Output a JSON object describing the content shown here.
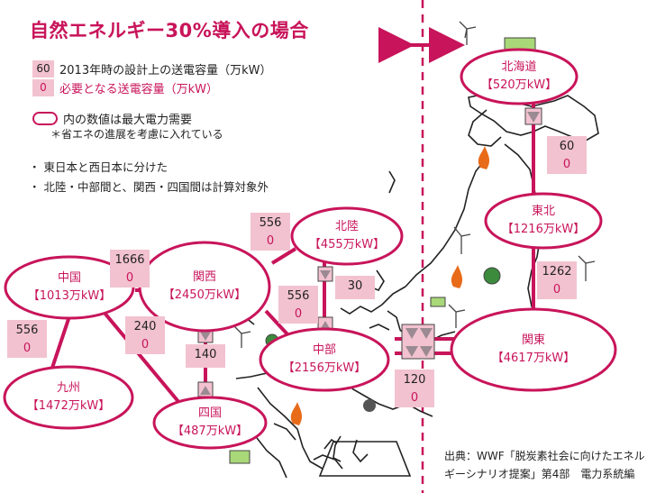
{
  "title": "自然エネルギー30%導入の場合",
  "legend": {
    "box_top_value": "60",
    "box_top_text": "2013年時の設計上の送電容量（万kW）",
    "box_bottom_value": "0",
    "box_bottom_text": "必要となる送電容量（万kW）",
    "oval_text": "内の数値は最大電力需要",
    "note": "＊省エネの進展を考慮に入れている"
  },
  "bullets": [
    "・ 東日本と西日本に分けた",
    "・ 北陸・中部間と、関西・四国間は計算対象外"
  ],
  "regions": {
    "hokkaido": {
      "name": "北海道",
      "demand": "【520万kW】"
    },
    "tohoku": {
      "name": "東北",
      "demand": "【1216万kW】"
    },
    "kanto": {
      "name": "関東",
      "demand": "【4617万kW】"
    },
    "chubu": {
      "name": "中部",
      "demand": "【2156万kW】"
    },
    "hokuriku": {
      "name": "北陸",
      "demand": "【455万kW】"
    },
    "kansai": {
      "name": "関西",
      "demand": "【2450万kW】"
    },
    "chugoku": {
      "name": "中国",
      "demand": "【1013万kW】"
    },
    "shikoku": {
      "name": "四国",
      "demand": "【487万kW】"
    },
    "kyushu": {
      "name": "九州",
      "demand": "【1472万kW】"
    }
  },
  "links": {
    "hokkaido_tohoku": {
      "current": "60",
      "required": "0"
    },
    "tohoku_kanto": {
      "current": "1262",
      "required": "0"
    },
    "kanto_chubu": {
      "current": "120",
      "required": "0"
    },
    "hokuriku_kansai": {
      "current": "556",
      "required": "0"
    },
    "hokuriku_chubu": {
      "current": "30"
    },
    "kansai_chubu": {
      "current": "556",
      "required": "0"
    },
    "chugoku_kansai": {
      "current": "1666",
      "required": "0"
    },
    "chugoku_kyushu": {
      "current": "556",
      "required": "0"
    },
    "chugoku_shikoku": {
      "current": "240",
      "required": "0"
    },
    "kansai_shikoku": {
      "current": "140"
    }
  },
  "source": {
    "line1": "出典：WWF「脱炭素社会に向けたエネル",
    "line2": "ギーシナリオ提案」第4部　電力系統編"
  },
  "colors": {
    "accent": "#c8145a",
    "box_fill": "#f2c2d0",
    "map_line": "#222222"
  }
}
